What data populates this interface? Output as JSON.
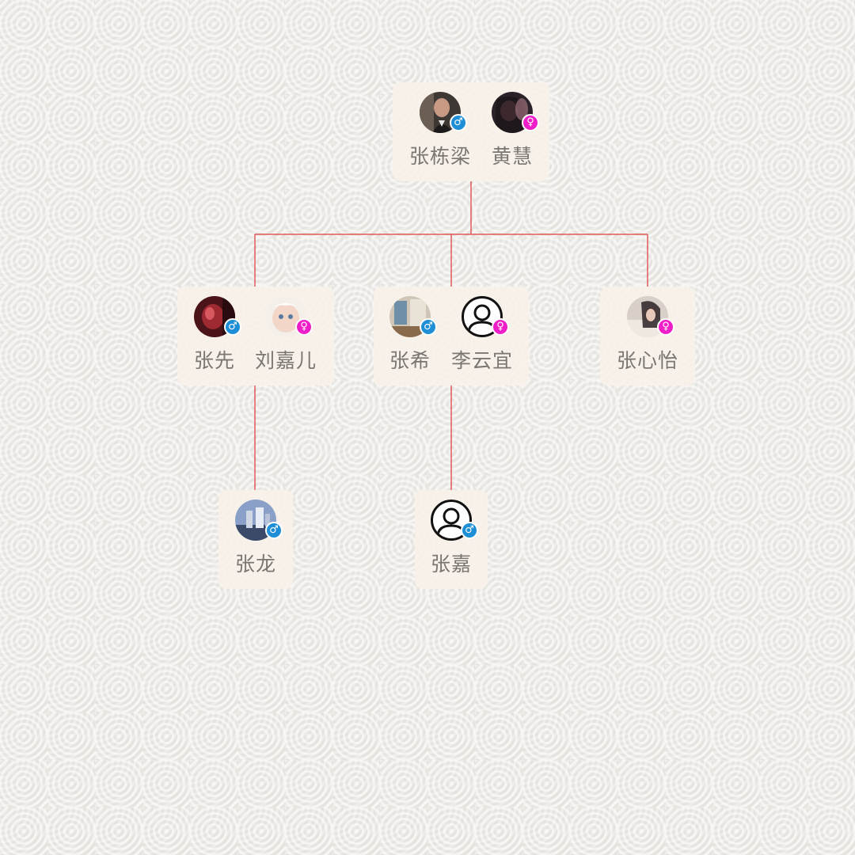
{
  "colors": {
    "line": "#e05a5a",
    "male_badge": "#1e8fd6",
    "female_badge": "#f01ec8",
    "card_bg": "#f7f1e8",
    "name_text": "#7a7672"
  },
  "badges": {
    "male_symbol": "♂",
    "female_symbol": "♀"
  },
  "family_tree": {
    "root": {
      "husband": {
        "name": "张栋梁",
        "gender": "male",
        "avatar": "photo"
      },
      "wife": {
        "name": "黄慧",
        "gender": "female",
        "avatar": "photo"
      }
    },
    "children": [
      {
        "husband": {
          "name": "张先",
          "gender": "male",
          "avatar": "photo"
        },
        "wife": {
          "name": "刘嘉儿",
          "gender": "female",
          "avatar": "photo"
        },
        "children": [
          {
            "name": "张龙",
            "gender": "male",
            "avatar": "photo"
          }
        ]
      },
      {
        "husband": {
          "name": "张希",
          "gender": "male",
          "avatar": "photo"
        },
        "wife": {
          "name": "李云宜",
          "gender": "female",
          "avatar": "default-user-icon"
        },
        "children": [
          {
            "name": "张嘉",
            "gender": "male",
            "avatar": "default-user-icon"
          }
        ]
      },
      {
        "single": {
          "name": "张心怡",
          "gender": "female",
          "avatar": "photo"
        }
      }
    ]
  }
}
